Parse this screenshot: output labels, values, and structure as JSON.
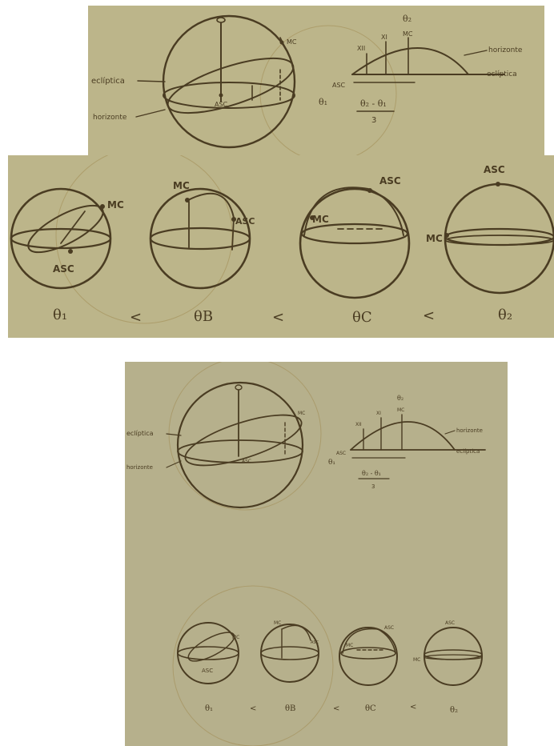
{
  "panel1": {
    "sphere_labels": {
      "mc": "MC",
      "asc": "ASC",
      "ecliptica": "eclíptica",
      "horizonte": "horizonte",
      "theta1": "θ₁"
    },
    "arc_labels": {
      "theta2": "θ₂",
      "roman_left": "XII",
      "roman_mid": "XI",
      "mc": "MC",
      "asc": "ASC",
      "horizonte": "horizonte",
      "ecliptica": "eclíptica"
    },
    "fraction": {
      "numerator": "θ₂ - θ₁",
      "denominator": "3"
    }
  },
  "panel2": {
    "spheres": [
      {
        "theta": "θ₁",
        "labels": [
          "MC",
          "ASC"
        ]
      },
      {
        "theta": "θB",
        "labels": [
          "MC",
          "ASC"
        ]
      },
      {
        "theta": "θC",
        "labels": [
          "MC",
          "ASC"
        ]
      },
      {
        "theta": "θ₂",
        "labels": [
          "ASC",
          "MC"
        ]
      }
    ],
    "comparators": [
      "<",
      "<",
      "<"
    ]
  },
  "panel3": {
    "sphere_labels": {
      "mc": "MC",
      "asc": "ASC",
      "ecliptica": "eclíptica",
      "horizonte": "horizonte",
      "theta1": "θ₁"
    },
    "arc_labels": {
      "theta2": "θ₂",
      "roman_left": "XII",
      "roman_mid": "XI",
      "mc": "MC",
      "asc": "ASC",
      "horizonte": "horizonte",
      "ecliptica": "eclíptica"
    },
    "fraction": {
      "numerator": "θ₂ - θ₁",
      "denominator": "3"
    },
    "spheres": [
      {
        "theta": "θ₁",
        "labels": [
          "MC",
          "ASC"
        ]
      },
      {
        "theta": "θB",
        "labels": [
          "MC",
          "ASC"
        ]
      },
      {
        "theta": "θC",
        "labels": [
          "MC",
          "ASC"
        ]
      },
      {
        "theta": "θ₂",
        "labels": [
          "ASC",
          "MC"
        ]
      }
    ],
    "comparators": [
      "<",
      "<",
      "<"
    ]
  },
  "colors": {
    "paper": "#bcb58a",
    "ink": "#4a3c22",
    "faint": "#a08a52"
  }
}
